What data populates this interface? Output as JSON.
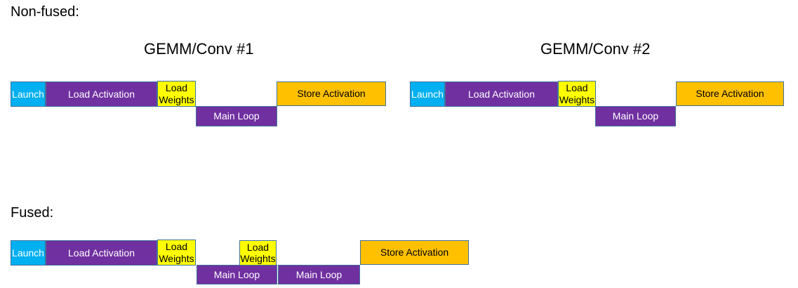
{
  "colors": {
    "cyan": "#00B0F0",
    "purple": "#7030A0",
    "yellow": "#FFFF00",
    "orange": "#FFC000",
    "border": "#41719C",
    "text_light": "#FFFFFF",
    "text_dark": "#000000",
    "background": "#FFFFFF"
  },
  "labels": {
    "launch": "Launch",
    "load_activation": "Load Activation",
    "load_weights": "Load Weights",
    "main_loop": "Main Loop",
    "store_activation": "Store Activation"
  },
  "non_fused": {
    "label": "Non-fused:",
    "blocks": [
      {
        "title": "GEMM/Conv #1"
      },
      {
        "title": "GEMM/Conv #2"
      }
    ]
  },
  "fused": {
    "label": "Fused:"
  }
}
